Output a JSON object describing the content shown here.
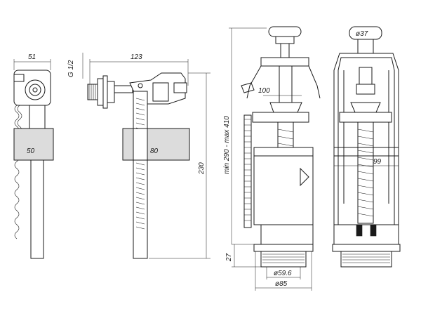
{
  "dimensions": {
    "left_width": "51",
    "left_float": "50",
    "thread": "G 1/2",
    "mid_length": "123",
    "mid_float": "80",
    "height": "230",
    "flush_height": "min 290 - max 410",
    "lever": "100",
    "button_dia": "ø37",
    "inner": "99",
    "base_height": "27",
    "outlet_inner": "ø59.6",
    "outlet_outer": "ø85"
  },
  "colors": {
    "line": "#1a1a1a",
    "float_fill": "#dcdcdc",
    "background": "#ffffff"
  }
}
